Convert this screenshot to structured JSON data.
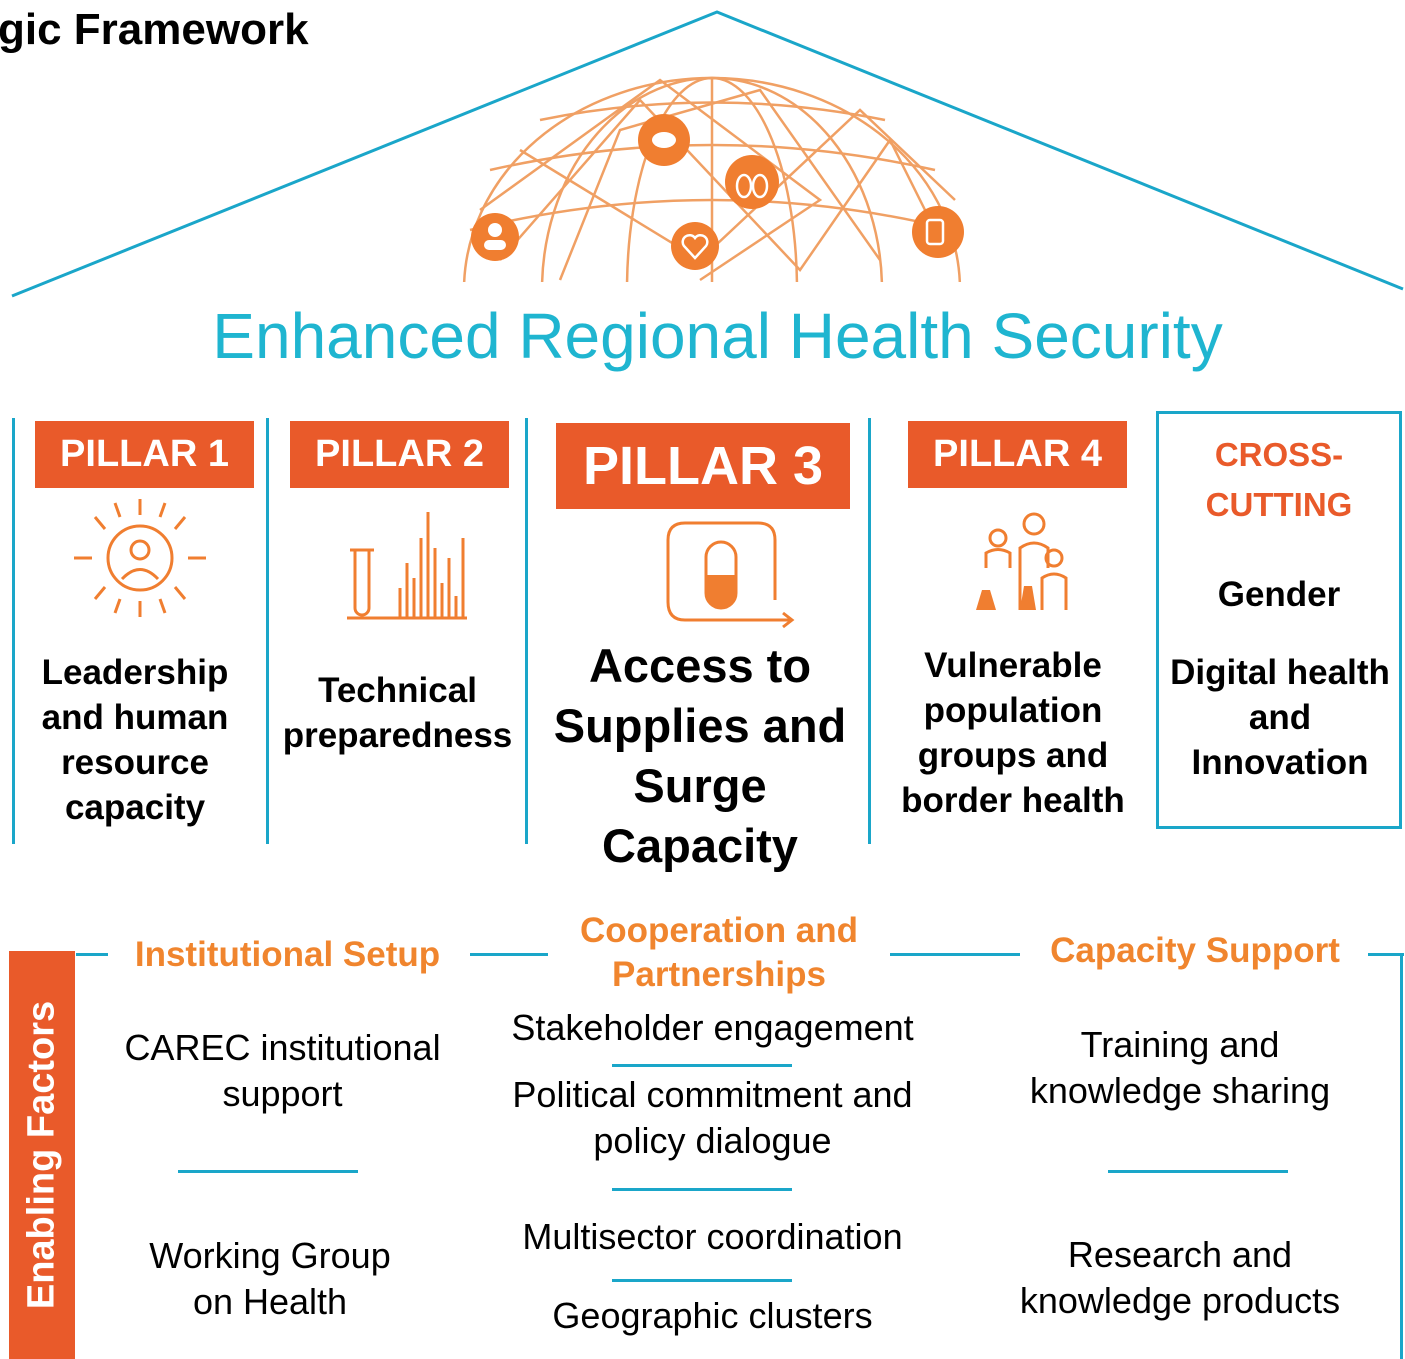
{
  "title": {
    "partial": "gic Framework"
  },
  "main_heading": "Enhanced Regional Health Security",
  "colors": {
    "accent_blue": "#1aa6c9",
    "heading_blue": "#1fb5d0",
    "orange": "#e95a2a",
    "light_orange": "#f0852e"
  },
  "pillars": [
    {
      "badge": "PILLAR 1",
      "icon": "person-sun-icon",
      "text": "Leadership and human resource capacity"
    },
    {
      "badge": "PILLAR 2",
      "icon": "test-tube-chart-icon",
      "text": "Technical preparedness"
    },
    {
      "badge": "PILLAR 3",
      "icon": "pill-capsule-icon",
      "text": "Access to Supplies and Surge Capacity"
    },
    {
      "badge": "PILLAR 4",
      "icon": "population-group-icon",
      "text": "Vulnerable population groups and border health"
    }
  ],
  "cross_cutting": {
    "title": "CROSS-CUTTING",
    "items": [
      "Gender",
      "Digital health and Innovation"
    ]
  },
  "enabling": {
    "label": "Enabling Factors",
    "institutional": {
      "heading": "Institutional Setup",
      "items": [
        "CAREC institutional support",
        "Working Group on Health"
      ]
    },
    "cooperation": {
      "heading": "Cooperation and Partnerships",
      "items": [
        "Stakeholder engagement",
        "Political commitment and policy dialogue",
        "Multisector coordination",
        "Geographic clusters"
      ]
    },
    "capacity": {
      "heading": "Capacity Support",
      "items": [
        "Training and knowledge sharing",
        "Research and knowledge products"
      ]
    }
  }
}
